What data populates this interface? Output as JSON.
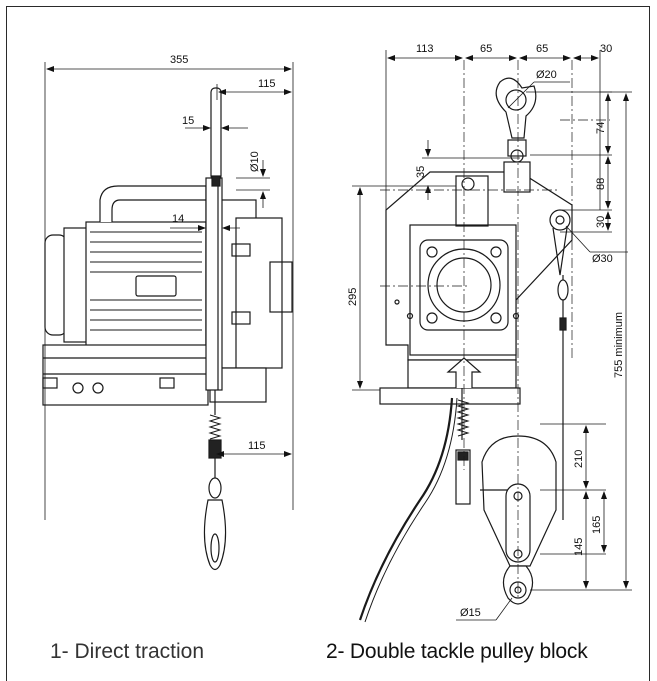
{
  "captions": {
    "direct_traction": "1- Direct traction",
    "double_tackle": "2- Double tackle pulley block"
  },
  "dimensions_left": {
    "overall_width": "355",
    "top_right_offset": "115",
    "handle_width": "15",
    "pin_diameter": "Ø10",
    "plate_width": "14",
    "bottom_right_offset": "115"
  },
  "dimensions_right": {
    "top_113": "113",
    "top_65a": "65",
    "top_65b": "65",
    "top_30": "30",
    "hook_diameter": "Ø20",
    "v_74": "74",
    "v_35": "35",
    "v_88": "88",
    "v_30": "30",
    "pulley_diameter": "Ø30",
    "body_height": "295",
    "min_length": "755 minimum",
    "v_210": "210",
    "v_145": "145",
    "v_165": "165",
    "eye_diameter": "Ø15"
  },
  "colors": {
    "line": "#1a1a1a",
    "fill": "#ffffff",
    "dark": "#222222"
  }
}
